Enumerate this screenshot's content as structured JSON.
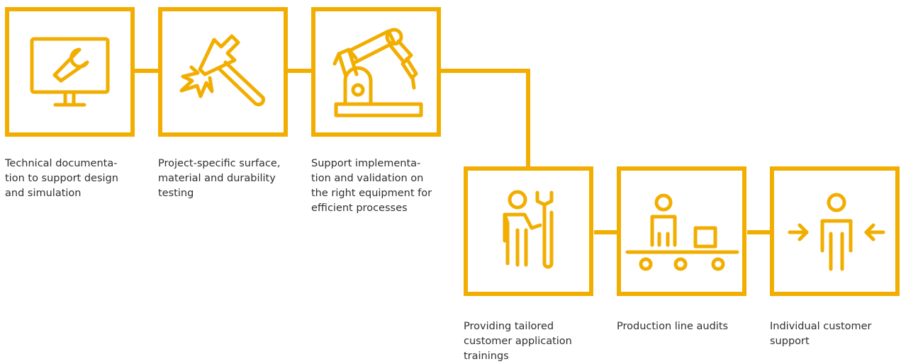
{
  "accent": "#f2ae00",
  "text_color": "#2f2f2f",
  "steps": [
    {
      "icon": "monitor-wrench-icon",
      "lines": [
        "Technical documenta-",
        "tion to support design",
        "and simulation"
      ]
    },
    {
      "icon": "hammer-impact-icon",
      "lines": [
        "Project-specific surface,",
        "material and durability",
        "testing"
      ]
    },
    {
      "icon": "robot-arm-icon",
      "lines": [
        "Support implementa-",
        "tion and validation on",
        "the right equipment for",
        "efficient processes"
      ]
    },
    {
      "icon": "trainer-wrench-icon",
      "lines": [
        "Providing tailored",
        "customer application",
        "trainings"
      ]
    },
    {
      "icon": "conveyor-worker-icon",
      "lines": [
        "Production line audits"
      ]
    },
    {
      "icon": "person-focus-icon",
      "lines": [
        "Individual customer",
        "support"
      ]
    }
  ]
}
